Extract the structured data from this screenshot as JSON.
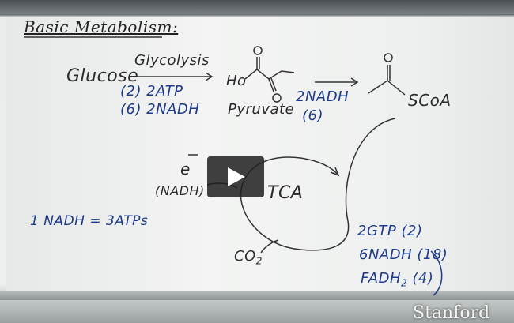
{
  "board": {
    "title": "Basic Metabolism:",
    "glucose": "Glucose",
    "glycolysis": "Glycolysis",
    "atp_line": "(2) 2ATP",
    "nadh_line": "(6) 2NADH",
    "ho": "Ho",
    "pyruvate": "Pyruvate",
    "nadh_pyruvate": "2NADH",
    "nadh_pyruvate_count": "(6)",
    "scoa": "SCoA",
    "electron": "e",
    "electron_carrier": "(NADH)",
    "cycle": "TCA",
    "rule": "1 NADH = 3ATPs",
    "co2": "CO",
    "co2_sub": "2",
    "gtp": "2GTP (2)",
    "nadh6": "6NADH (18)",
    "fadh": "FADH",
    "fadh_sub": "2",
    "fadh_count": "(4)"
  },
  "watermark": "Stanford",
  "player": {
    "play_icon": "play-icon"
  }
}
